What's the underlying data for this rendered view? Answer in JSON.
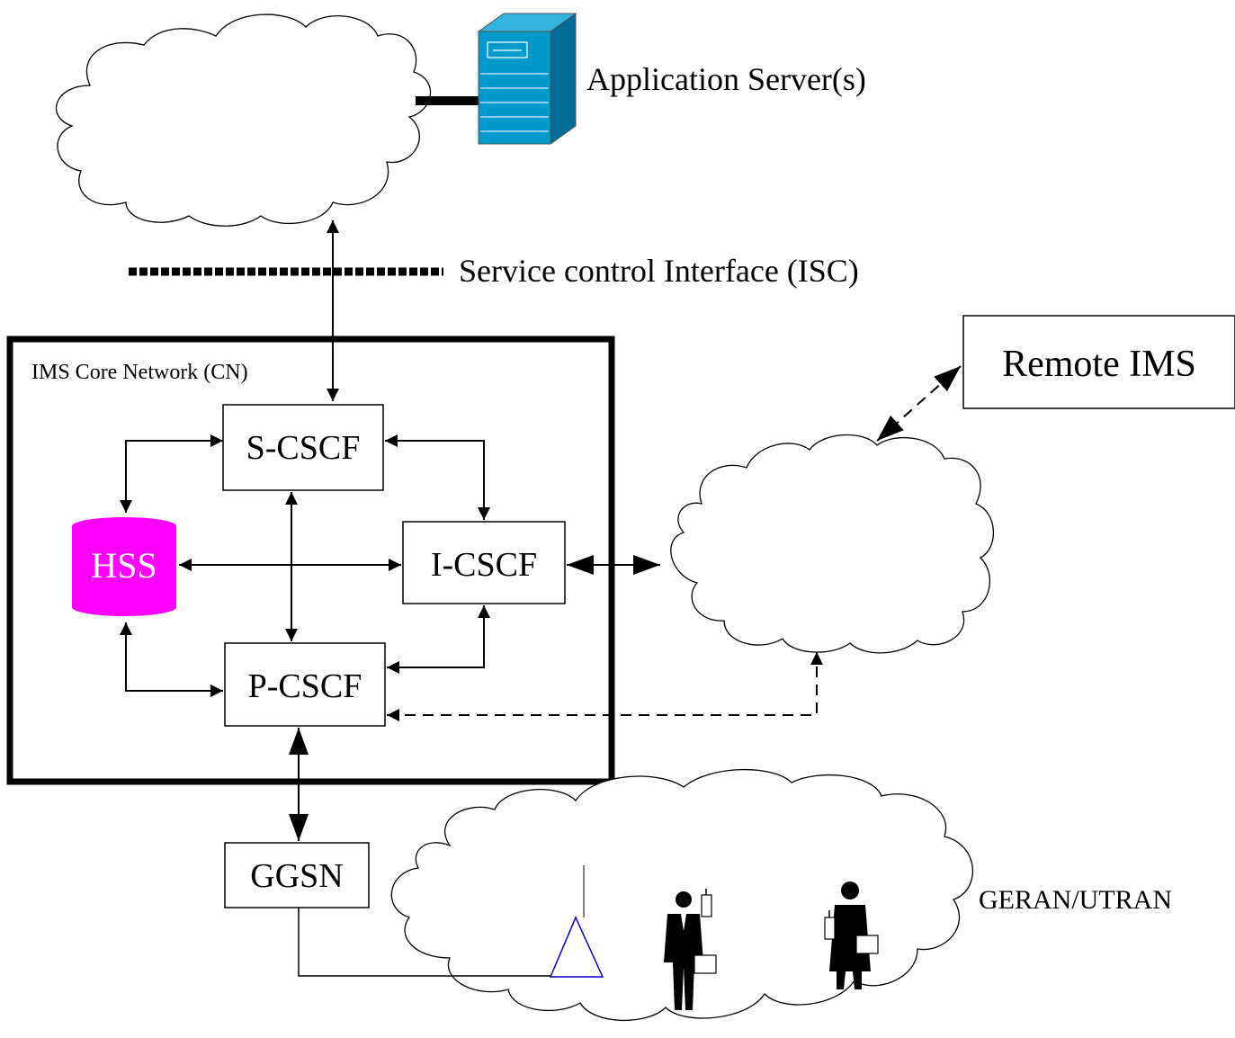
{
  "labels": {
    "app_server": "Application Server(s)",
    "isc": "Service control Interface (ISC)",
    "core_network": "IMS Core Network (CN)",
    "remote_ims": "Remote IMS",
    "s_cscf": "S-CSCF",
    "i_cscf": "I-CSCF",
    "p_cscf": "P-CSCF",
    "hss": "HSS",
    "ggsn": "GGSN",
    "ran": "GERAN/UTRAN"
  },
  "colors": {
    "hss_fill": "#ff00ff",
    "hss_text": "#ffffff",
    "server_fill": "#0099cc",
    "antenna": "#0000cc"
  },
  "icons": {
    "server": "server-tower-icon",
    "antenna": "antenna-icon",
    "user_male": "businessman-with-phone-icon",
    "user_female": "businesswoman-with-phone-icon"
  }
}
